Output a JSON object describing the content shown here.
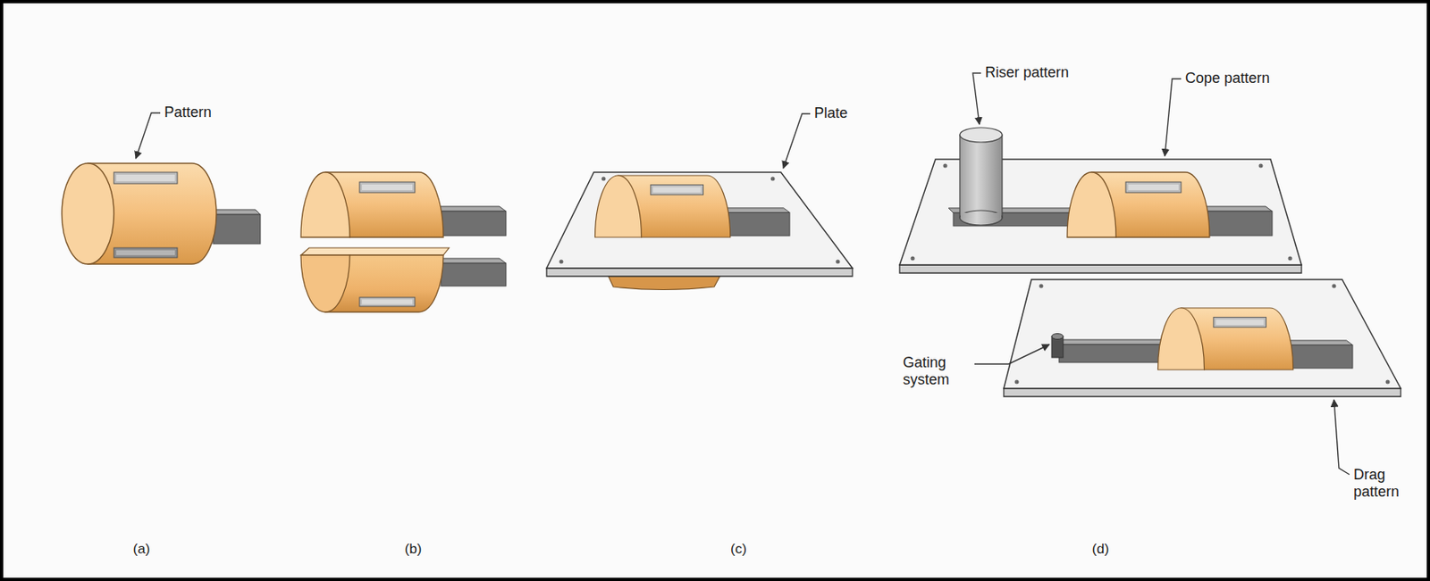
{
  "diagram": {
    "labels": [
      "Pattern",
      "Plate",
      "Riser pattern",
      "Cope pattern",
      "Gating system",
      "Drag pattern",
      "(a)",
      "(b)",
      "(c)",
      "(d)"
    ]
  }
}
